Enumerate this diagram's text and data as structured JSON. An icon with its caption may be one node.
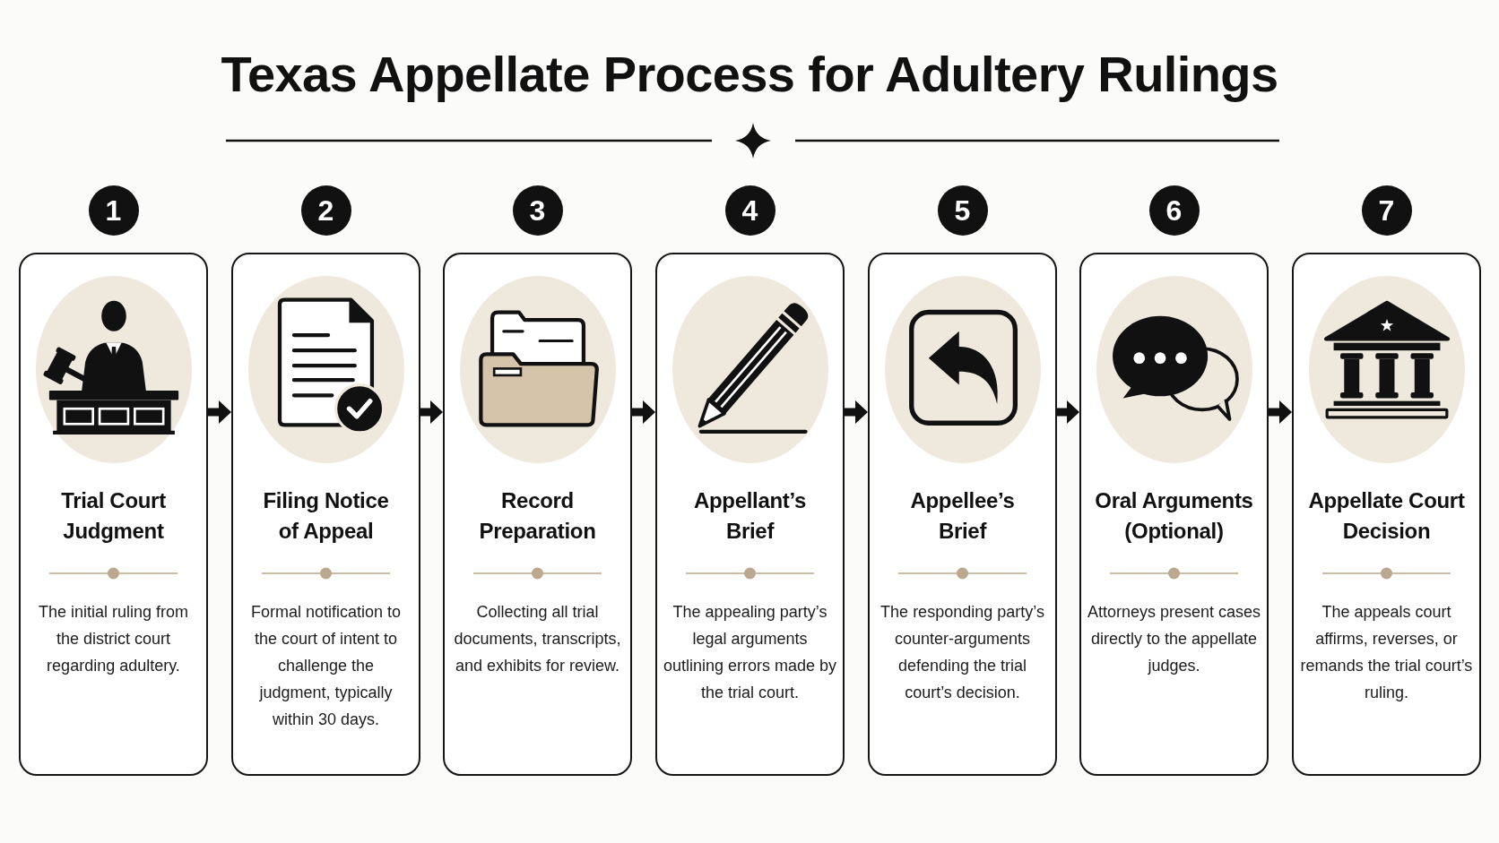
{
  "diagram": {
    "title": "Texas Appellate Process for Adultery Rulings",
    "nodes": [
      {
        "text": [
          "1",
          "Trial Court Judgment",
          "The initial ruling from the district court regarding adultery."
        ]
      },
      {
        "text": [
          "2",
          "Filing Notice of Appeal",
          "Formal notification to the court of intent to challenge the judgment, typically within 30 days."
        ]
      },
      {
        "text": [
          "3",
          "Record Preparation",
          "Collecting all trial documents, transcripts, and exhibits for review."
        ]
      },
      {
        "text": [
          "4",
          "Appellant’s Brief",
          "The appealing party’s legal arguments outlining errors made by the trial court."
        ]
      },
      {
        "text": [
          "5",
          "Appellee’s Brief",
          "The responding party’s counter-arguments defending the trial court’s decision."
        ]
      },
      {
        "text": [
          "6",
          "Oral Arguments (Optional)",
          "Attorneys present cases directly to the appellate judges."
        ]
      },
      {
        "text": [
          "7",
          "Appellate Court Decision",
          "The appeals court affirms, reverses, or remands the trial court’s ruling."
        ]
      }
    ],
    "edges": [
      {
        "from": 0,
        "to": 1,
        "arrow": "to"
      },
      {
        "from": 1,
        "to": 2,
        "arrow": "to"
      },
      {
        "from": 2,
        "to": 3,
        "arrow": "to"
      },
      {
        "from": 3,
        "to": 4,
        "arrow": "to"
      },
      {
        "from": 4,
        "to": 5,
        "arrow": "to"
      },
      {
        "from": 5,
        "to": 6,
        "arrow": "to"
      }
    ]
  }
}
